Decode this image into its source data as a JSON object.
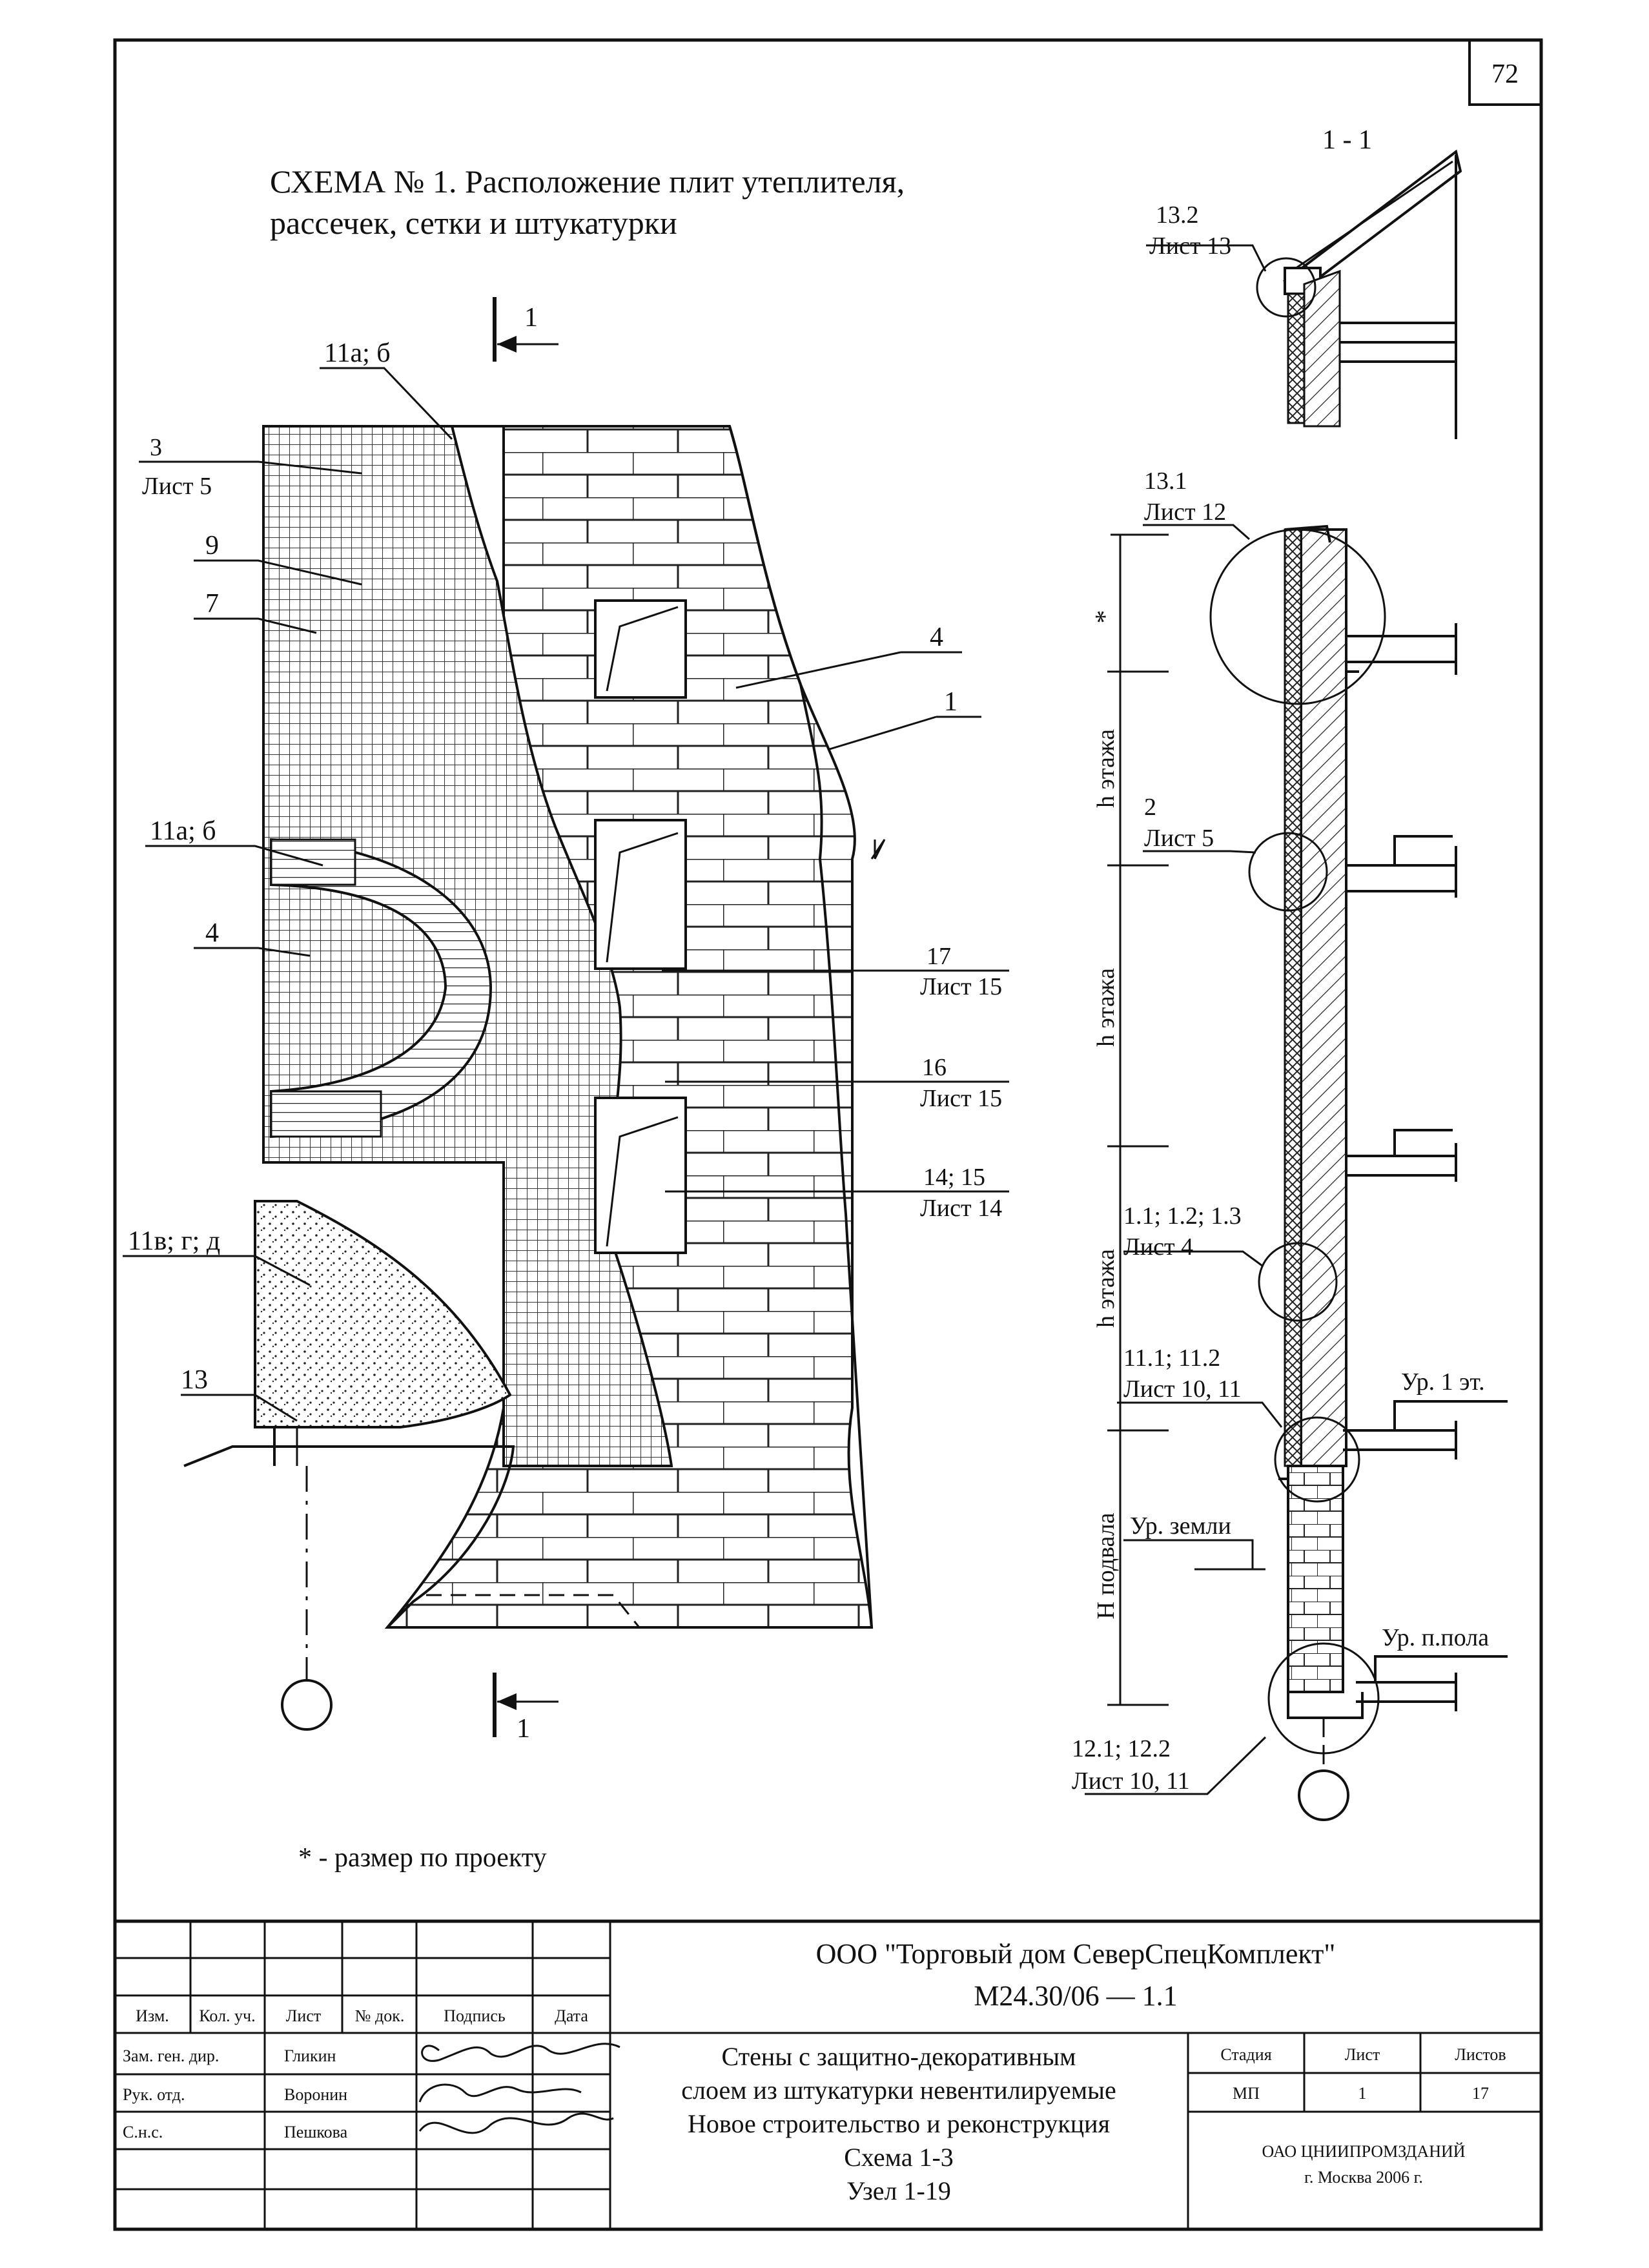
{
  "page_number": "72",
  "scheme_title_line1": "СХЕМА № 1. Расположение плит утеплителя,",
  "scheme_title_line2": "рассечек, сетки и штукатурки",
  "section_label": "1 - 1",
  "section_marker": "1",
  "facade_callouts": {
    "c11ab_top": "11а; б",
    "c3": "3",
    "c3_sheet": "Лист 5",
    "c9": "9",
    "c7": "7",
    "c4_right": "4",
    "c1": "1",
    "c11ab_mid": "11а; б",
    "c4_left": "4",
    "c17": "17",
    "c17_sheet": "Лист 15",
    "c16": "16",
    "c16_sheet": "Лист 15",
    "c14_15": "14; 15",
    "c14_15_sheet": "Лист 14",
    "c11vgd": "11в; г; д",
    "c13": "13"
  },
  "section_callouts": {
    "n13_2": "13.2",
    "n13_2_sheet": "Лист 13",
    "n13_1": "13.1",
    "n13_1_sheet": "Лист 12",
    "star": "*",
    "h1": "h этажа",
    "h2": "h этажа",
    "h3": "h этажа",
    "n2": "2",
    "n2_sheet": "Лист 5",
    "n1_x": "1.1; 1.2; 1.3",
    "n1_x_sheet": "Лист 4",
    "n11_x": "11.1; 11.2",
    "n11_x_sheet": "Лист 10, 11",
    "level_floor1": "Ур. 1 эт.",
    "level_ground": "Ур. земли",
    "h_basement": "H подвала",
    "level_basement_floor": "Ур. п.пола",
    "n12_x": "12.1; 12.2",
    "n12_x_sheet": "Лист 10, 11"
  },
  "footnote": "* - размер по проекту",
  "stamp": {
    "company": "ООО \"Торговый дом СеверСпецКомплект\"",
    "code": "М24.30/06 — 1.1",
    "headers": [
      "Изм.",
      "Кол. уч.",
      "Лист",
      "№ док.",
      "Подпись",
      "Дата"
    ],
    "roles": [
      "Зам. ген. дир.",
      "Рук. отд.",
      "С.н.с."
    ],
    "names": [
      "Гликин",
      "Воронин",
      "Пешкова"
    ],
    "description": [
      "Стены с защитно-декоративным",
      "слоем из штукатурки невентилируемые",
      "Новое строительство и реконструкция",
      "Схема 1-3",
      "Узел 1-19"
    ],
    "stage_header": "Стадия",
    "sheet_header": "Лист",
    "sheets_header": "Листов",
    "stage": "МП",
    "sheet": "1",
    "sheets": "17",
    "org_line1": "ОАО ЦНИИПРОМЗДАНИЙ",
    "org_line2": "г. Москва 2006 г."
  }
}
